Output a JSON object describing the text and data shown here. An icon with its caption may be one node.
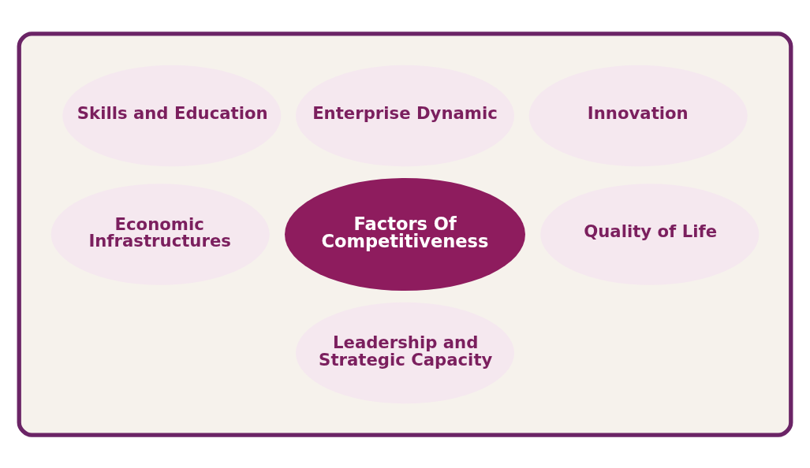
{
  "diagram": {
    "nodes": [
      {
        "text": [],
        "shape": "box"
      },
      {
        "text": [
          "Enterprise Dynamic"
        ],
        "in": 0
      },
      {
        "text": [
          "Skills and Education"
        ],
        "in": 0
      },
      {
        "text": [
          "Innovation"
        ],
        "in": 0
      },
      {
        "text": [
          "Factors Of Competitiveness"
        ],
        "in": 0
      },
      {
        "text": [
          "Economic Infrastructures"
        ],
        "in": 0
      },
      {
        "text": [
          "Quality of Life"
        ],
        "in": 0
      },
      {
        "text": [
          "Leadership and Strategic Capacity"
        ],
        "in": 0
      }
    ],
    "edges": []
  }
}
